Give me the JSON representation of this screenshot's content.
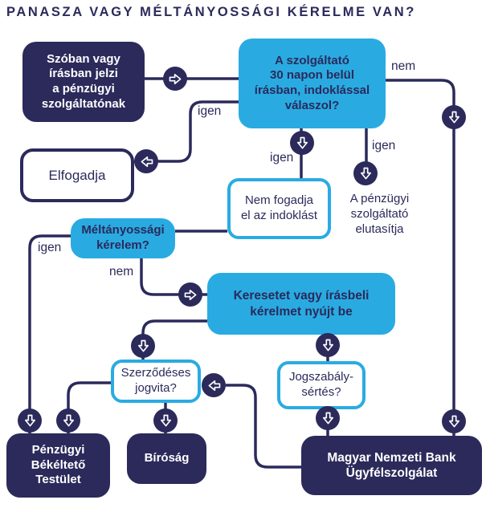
{
  "title": "PANASZA VAGY MÉLTÁNYOSSÁGI KÉRELME VAN?",
  "colors": {
    "navy": "#2B2A5B",
    "cyan": "#29ABE2",
    "background": "#FFFFFF"
  },
  "nodes": {
    "szoban": {
      "lines": [
        "Szóban vagy",
        "írásban jelzi",
        "a pénzügyi",
        "szolgáltatónak"
      ]
    },
    "szolgaltato": {
      "lines": [
        "A szolgáltató",
        "30 napon belül",
        "írásban, indoklással",
        "válaszol?"
      ]
    },
    "elfogadja": {
      "lines": [
        "Elfogadja"
      ]
    },
    "nem_fogadja": {
      "lines": [
        "Nem fogadja",
        "el az indoklást"
      ]
    },
    "elutasitja": {
      "lines": [
        "A pénzügyi",
        "szolgáltató",
        "elutasítja"
      ]
    },
    "meltanyossagi": {
      "lines": [
        "Méltányossági",
        "kérelem?"
      ]
    },
    "kereset": {
      "lines": [
        "Keresetet vagy írásbeli",
        "kérelmet nyújt be"
      ]
    },
    "szerzodeses": {
      "lines": [
        "Szerződéses",
        "jogvita?"
      ]
    },
    "jogszabaly": {
      "lines": [
        "Jogszabály-",
        "sértés?"
      ]
    },
    "pbt": {
      "lines": [
        "Pénzügyi",
        "Békéltető",
        "Testület"
      ]
    },
    "birosag": {
      "lines": [
        "Bíróság"
      ]
    },
    "mnb": {
      "lines": [
        "Magyar Nemzeti Bank",
        "Ügyfélszolgálat"
      ]
    }
  },
  "edge_labels": {
    "valaszol_nem": "nem",
    "valaszol_igen_elfogadja": "igen",
    "valaszol_igen_nem_fogadja": "igen",
    "valaszol_igen_elutasitja": "igen",
    "meltanyossagi_igen": "igen",
    "meltanyossagi_nem": "nem"
  }
}
